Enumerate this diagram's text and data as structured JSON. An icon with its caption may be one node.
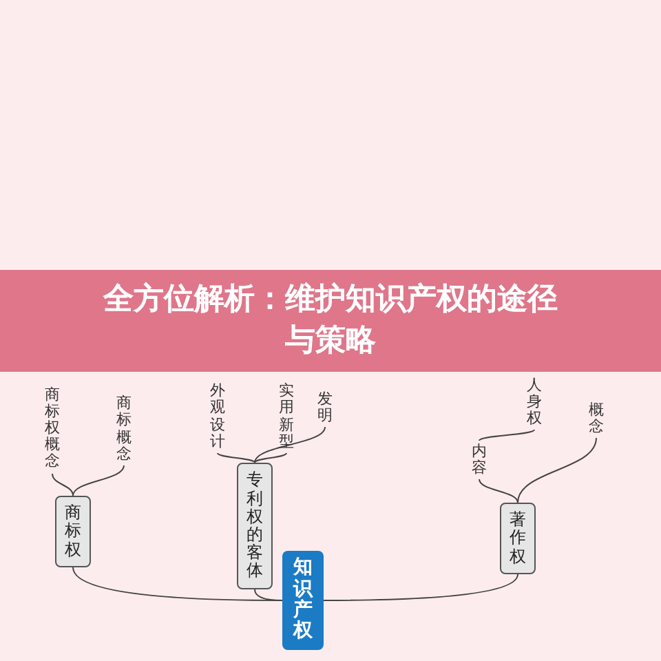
{
  "diagram": {
    "title": "全方位解析：维护知识产权的途径与策略",
    "nodes": [
      {
        "text": [
          "知识产权"
        ]
      },
      {
        "text": [
          "商标权"
        ]
      },
      {
        "text": [
          "专利权的客体"
        ]
      },
      {
        "text": [
          "著作权"
        ]
      },
      {
        "text": [
          "商标权概念"
        ]
      },
      {
        "text": [
          "商标概念"
        ]
      },
      {
        "text": [
          "外观设计"
        ]
      },
      {
        "text": [
          "实用新型"
        ]
      },
      {
        "text": [
          "发明"
        ]
      },
      {
        "text": [
          "内容"
        ]
      },
      {
        "text": [
          "人身权"
        ]
      },
      {
        "text": [
          "概念"
        ]
      }
    ],
    "edges": [
      {
        "from": 0,
        "to": 1,
        "arrow": "none"
      },
      {
        "from": 0,
        "to": 2,
        "arrow": "none"
      },
      {
        "from": 0,
        "to": 3,
        "arrow": "none"
      },
      {
        "from": 1,
        "to": 4,
        "arrow": "none"
      },
      {
        "from": 1,
        "to": 5,
        "arrow": "none"
      },
      {
        "from": 2,
        "to": 6,
        "arrow": "none"
      },
      {
        "from": 2,
        "to": 7,
        "arrow": "none"
      },
      {
        "from": 2,
        "to": 8,
        "arrow": "none"
      },
      {
        "from": 3,
        "to": 9,
        "arrow": "none"
      },
      {
        "from": 3,
        "to": 11,
        "arrow": "none"
      },
      {
        "from": 9,
        "to": 10,
        "arrow": "none"
      }
    ]
  }
}
